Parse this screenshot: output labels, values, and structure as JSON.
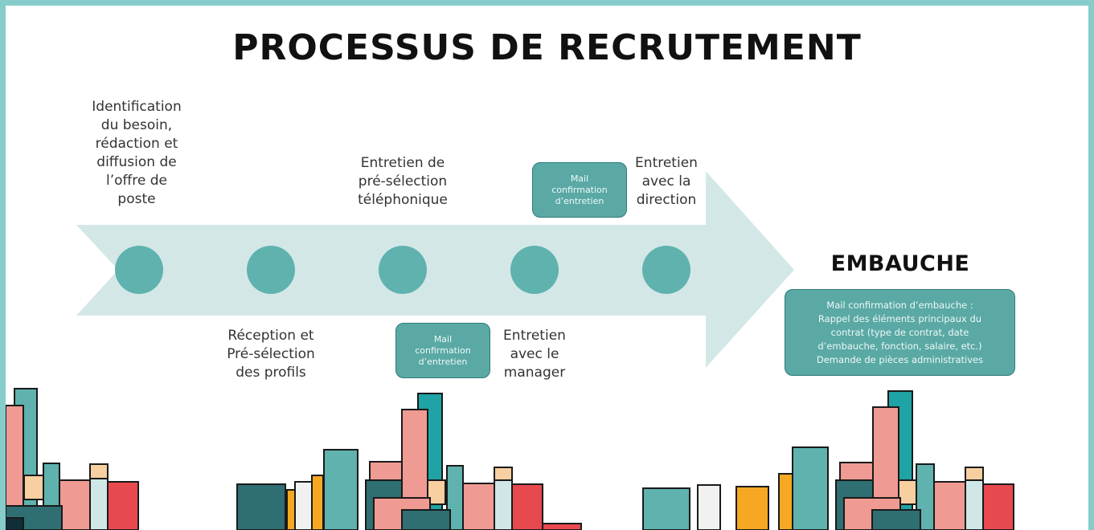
{
  "title": "PROCESSUS DE RECRUTEMENT",
  "steps_top": [
    {
      "label": "Identification\ndu besoin,\nrédaction et\ndiffusion de\nl’offre de\nposte"
    },
    {
      "label": "Entretien de\npré-sélection\ntéléphonique"
    },
    {
      "label": "Entretien\navec la\ndirection"
    }
  ],
  "steps_bottom": [
    {
      "label": "Réception et\nPré-sélection\ndes profils"
    },
    {
      "label": "Entretien\navec le\nmanager"
    }
  ],
  "mail_top": "Mail\nconfirmation\nd’entretien",
  "mail_bottom": "Mail\nconfirmation\nd’entretien",
  "hire_title": "EMBAUCHE",
  "hire_text": "Mail confirmation d’embauche :\nRappel des éléments principaux du\ncontrat (type de contrat, date\nd’embauche, fonction, salaire, etc.)\nDemande de pièces administratives",
  "colors": {
    "frame": "#86cccb",
    "arrow": "#d4e7e7",
    "dot": "#5fb2ae",
    "box": "#5aa9a5",
    "salmon": "#ef9a92",
    "teal": "#5fb2ae",
    "red": "#e8494f",
    "orange": "#f7a823",
    "peach": "#f8cfa0",
    "dark": "#2f6e72"
  }
}
